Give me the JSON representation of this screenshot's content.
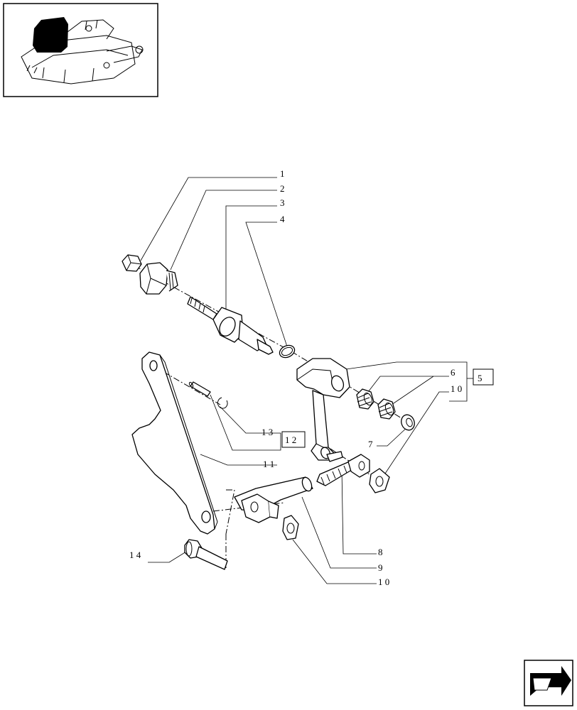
{
  "thumbnail": {
    "icon": "assembly-location-thumbnail"
  },
  "callouts": [
    {
      "id": "c1",
      "label": "1"
    },
    {
      "id": "c2",
      "label": "2"
    },
    {
      "id": "c3",
      "label": "3"
    },
    {
      "id": "c4",
      "label": "4"
    },
    {
      "id": "c5",
      "label": "5"
    },
    {
      "id": "c6",
      "label": "6"
    },
    {
      "id": "c7",
      "label": "7"
    },
    {
      "id": "c8",
      "label": "8"
    },
    {
      "id": "c9",
      "label": "9"
    },
    {
      "id": "c10a",
      "label": "1 0"
    },
    {
      "id": "c10b",
      "label": "1 0"
    },
    {
      "id": "c11",
      "label": "1 1"
    },
    {
      "id": "c12",
      "label": "1 2"
    },
    {
      "id": "c13",
      "label": "1 3"
    },
    {
      "id": "c14",
      "label": "1 4"
    }
  ],
  "navigation": {
    "icon": "next-page-arrow-icon"
  }
}
